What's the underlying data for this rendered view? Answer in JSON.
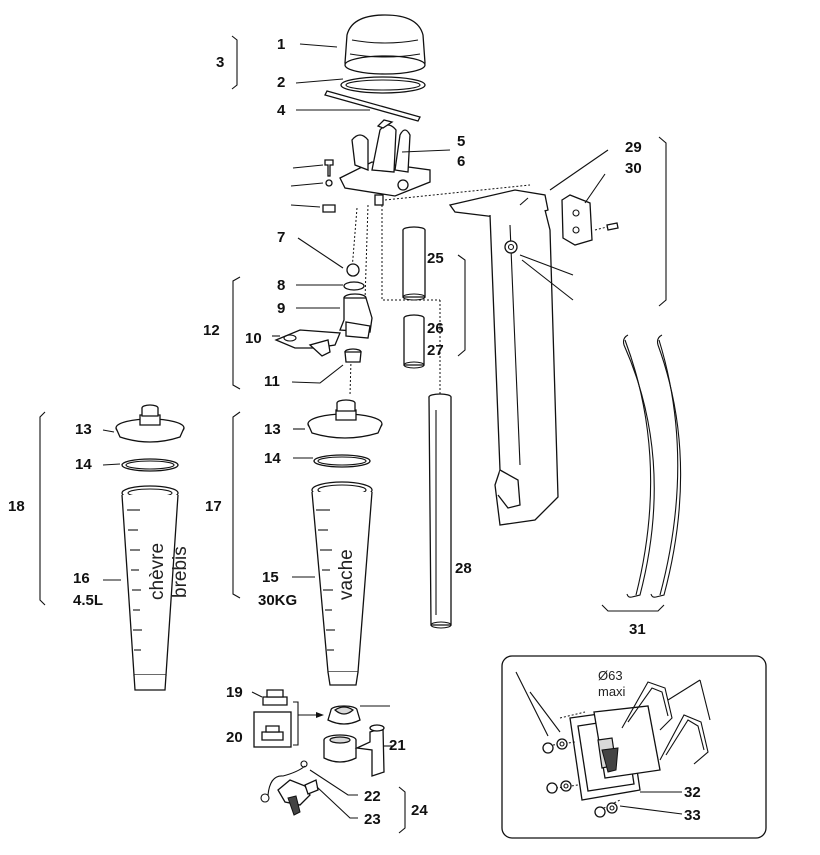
{
  "labels": {
    "p1": "1",
    "p2": "2",
    "p3": "3",
    "p4": "4",
    "p5": "5",
    "p6": "6",
    "p7": "7",
    "p8": "8",
    "p9": "9",
    "p10": "10",
    "p11": "11",
    "p12": "12",
    "p13a": "13",
    "p14a": "14",
    "p16": "16",
    "p16b": "4.5L",
    "p18": "18",
    "p13b": "13",
    "p14b": "14",
    "p15": "15",
    "p15b": "30KG",
    "p17": "17",
    "p19": "19",
    "p20": "20",
    "p21": "21",
    "p22": "22",
    "p23": "23",
    "p24": "24",
    "p25": "25",
    "p26": "26",
    "p27": "27",
    "p28": "28",
    "p29": "29",
    "p30": "30",
    "p31": "31",
    "p32": "32",
    "p33": "33"
  },
  "jar_text": {
    "left_1": "chèvre",
    "left_2": "brebis",
    "right": "vache"
  },
  "inset": {
    "size_label": "Ø63",
    "size_sub": "maxi"
  }
}
